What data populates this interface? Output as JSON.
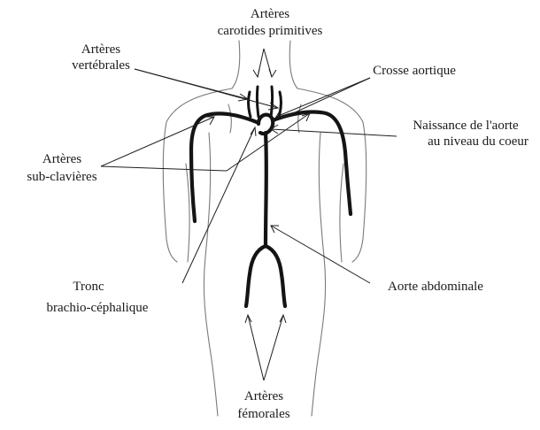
{
  "diagram": {
    "labels": {
      "carotides": [
        "Artères",
        "carotides primitives"
      ],
      "vertebrales": [
        "Artères",
        "vertébrales"
      ],
      "crosse": [
        "Crosse aortique"
      ],
      "naissance": [
        "Naissance de l'aorte",
        "au niveau du coeur"
      ],
      "subclavieres": [
        "Artères",
        "sub-clavières"
      ],
      "tronc": [
        "Tronc",
        "brachio-céphalique"
      ],
      "abdominale": [
        "Aorte abdominale"
      ],
      "femorales": [
        "Artères",
        "fémorales"
      ]
    }
  }
}
